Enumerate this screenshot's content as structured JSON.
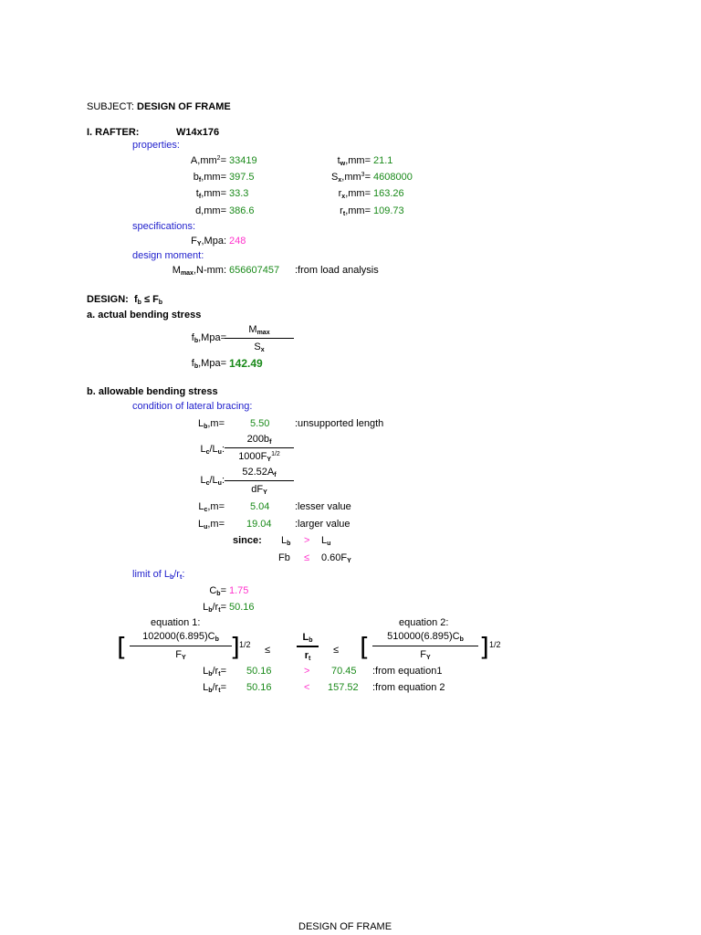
{
  "header": {
    "subject_label": "SUBJECT:",
    "subject_title": "DESIGN OF FRAME"
  },
  "rafter": {
    "label": "I. RAFTER:",
    "section": "W14x176",
    "properties_label": "properties:",
    "A_label": "A,mm",
    "A_sup": "2",
    "A_value": "33419",
    "tw_label": "t",
    "tw_sub": "w",
    "tw_suffix": ",mm=",
    "tw_value": "21.1",
    "bf_label": "b",
    "bf_sub": "f",
    "bf_suffix": ",mm=",
    "bf_value": "397.5",
    "Sx_label": "S",
    "Sx_sub": "x",
    "Sx_suffix": ",mm",
    "Sx_sup": "3",
    "Sx_value": "4608000",
    "tf_label": "t",
    "tf_sub": "f",
    "tf_suffix": ",mm=",
    "tf_value": "33.3",
    "rx_label": "r",
    "rx_sub": "x",
    "rx_suffix": ",mm=",
    "rx_value": "163.26",
    "d_label": "d,mm=",
    "d_value": "386.6",
    "rt_label": "r",
    "rt_sub": "t",
    "rt_suffix": ",mm=",
    "rt_value": "109.73",
    "specifications_label": "specifications:",
    "Fy_label": "F",
    "Fy_sub": "Y",
    "Fy_suffix": ",Mpa:",
    "Fy_value": "248",
    "design_moment_label": "design moment:",
    "Mmax_label": "M",
    "Mmax_sub": "max",
    "Mmax_suffix": ",N-mm:",
    "Mmax_value": "656607457",
    "Mmax_note": ":from load analysis"
  },
  "design": {
    "label": "DESIGN:",
    "criterion": "f",
    "crit_sub1": "b",
    "crit_op": "≤ F",
    "crit_sub2": "b",
    "a_label": "a. actual bending stress",
    "fb_label": "f",
    "fb_sub": "b",
    "fb_suffix": ",Mpa=",
    "frac_num": "M",
    "frac_num_sub": "max",
    "frac_den": "S",
    "frac_den_sub": "x",
    "fb_value": "142.49",
    "b_label": "b. allowable bending stress",
    "lateral_label": "condition of lateral bracing:",
    "Lb_label": "L",
    "Lb_sub": "b",
    "Lb_suffix": ",m=",
    "Lb_value": "5.50",
    "Lb_note": ":unsupported length",
    "LcLu1_label": "L",
    "LcLu_c": "c",
    "LcLu_mid": "/L",
    "LcLu_u": "u",
    "LcLu_suffix": ":",
    "eq1_num": "200b",
    "eq1_num_sub": "f",
    "eq1_den": "1000F",
    "eq1_den_sub": "Y",
    "eq1_den_sup": "1/2",
    "eq2_num": "52.52A",
    "eq2_num_sub": "f",
    "eq2_den": "dF",
    "eq2_den_sub": "Y",
    "Lc_label": "L",
    "Lc_sub": "c",
    "Lc_suffix": ",m=",
    "Lc_value": "5.04",
    "Lc_note": ":lesser value",
    "Lu_label": "L",
    "Lu_sub": "u",
    "Lu_suffix": ",m=",
    "Lu_value": "19.04",
    "Lu_note": ":larger value",
    "since_label": "since:",
    "since_left": "L",
    "since_left_sub": "b",
    "since_op": ">",
    "since_right": "L",
    "since_right_sub": "u",
    "fb2_left": "Fb",
    "fb2_op": "≤",
    "fb2_right": "0.60F",
    "fb2_right_sub": "Y",
    "limit_label_1": "limit of L",
    "limit_sub1": "b",
    "limit_mid": "/r",
    "limit_sub2": "t",
    "limit_suffix": ":",
    "Cb_label": "C",
    "Cb_sub": "b",
    "Cb_suffix": "=",
    "Cb_value": "1.75",
    "Lbrt_label": "L",
    "Lbrt_sub1": "b",
    "Lbrt_mid": "/r",
    "Lbrt_sub2": "t",
    "Lbrt_suffix": "=",
    "Lbrt_value": "50.16",
    "equation1_label": "equation 1:",
    "equation2_label": "equation 2:",
    "eqA_num": "102000(6.895)C",
    "eqA_num_sub": "b",
    "eqA_den": "F",
    "eqA_den_sub": "Y",
    "eqA_exp": "1/2",
    "eqA_le": "≤",
    "eqM_num": "L",
    "eqM_num_sub": "b",
    "eqM_den": "r",
    "eqM_den_sub": "t",
    "eqB_le": "≤",
    "eqB_num": "510000(6.895)C",
    "eqB_num_sub": "b",
    "eqB_den": "F",
    "eqB_den_sub": "Y",
    "eqB_exp": "1/2",
    "cmp1_value": "50.16",
    "cmp1_op": ">",
    "cmp1_limit": "70.45",
    "cmp1_note": ":from equation1",
    "cmp2_value": "50.16",
    "cmp2_op": "<",
    "cmp2_limit": "157.52",
    "cmp2_note": ":from equation 2"
  },
  "footer": {
    "text": "DESIGN OF FRAME"
  }
}
